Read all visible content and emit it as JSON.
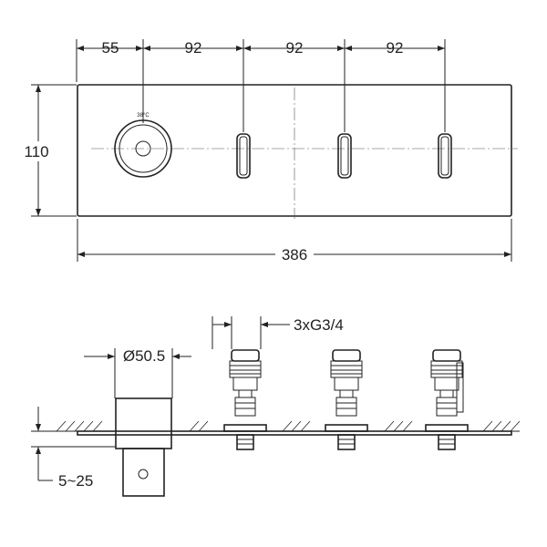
{
  "top_view": {
    "dim_offset": "55",
    "dim_spacing_1": "92",
    "dim_spacing_2": "92",
    "dim_spacing_3": "92",
    "dim_height": "110",
    "dim_width": "386",
    "knob_temp": "38°C"
  },
  "side_view": {
    "dim_thread": "3xG3/4",
    "dim_diameter": "Ø50.5",
    "dim_depth": "5~25"
  }
}
